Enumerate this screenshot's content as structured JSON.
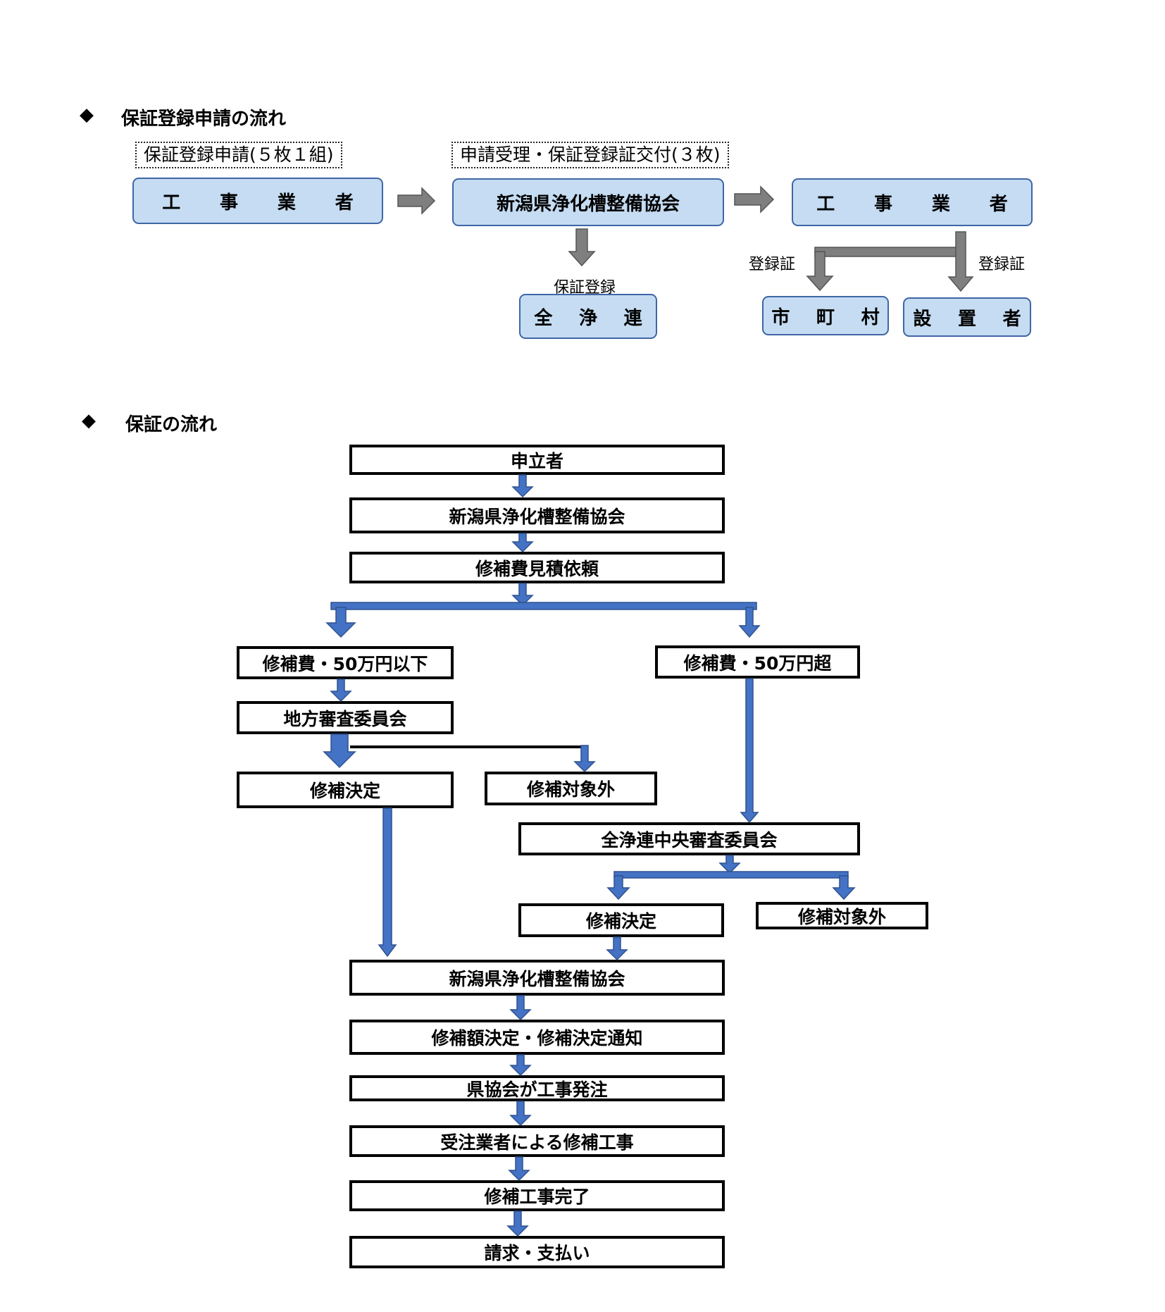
{
  "section1": {
    "heading": "保証登録申請の流れ",
    "label_application": "保証登録申請(５枚１組)",
    "label_receipt": "申請受理・保証登録証交付(３枚)",
    "contractor_left": "工 事 業 者",
    "association": "新潟県浄化槽整備協会",
    "contractor_right": "工 事 業 者",
    "label_guarantee_registration": "保証登録",
    "zenjoren": "全 浄 連",
    "label_certificate_left": "登録証",
    "label_certificate_right": "登録証",
    "municipality": "市 町 村",
    "installer": "設 置 者"
  },
  "section2": {
    "heading": "保証の流れ",
    "steps": {
      "applicant": "申立者",
      "association_1": "新潟県浄化槽整備協会",
      "estimate_request": "修補費見積依頼",
      "under_500k": "修補費・50万円以下",
      "over_500k": "修補費・50万円超",
      "local_committee": "地方審査委員会",
      "local_repair_decision": "修補決定",
      "local_not_covered": "修補対象外",
      "central_committee": "全浄連中央審査委員会",
      "central_repair_decision": "修補決定",
      "central_not_covered": "修補対象外",
      "association_2": "新潟県浄化槽整備協会",
      "amount_decision": "修補額決定・修補決定通知",
      "order_placement": "県協会が工事発注",
      "repair_work": "受注業者による修補工事",
      "completion": "修補工事完了",
      "billing": "請求・支払い"
    }
  },
  "colors": {
    "box_fill": "#c5dcf2",
    "box_border": "#3f66a6",
    "gray_arrow": "#7f7f7f",
    "blue_arrow": "#4472c4"
  },
  "icons": {
    "bullet": "diamond-icon"
  }
}
